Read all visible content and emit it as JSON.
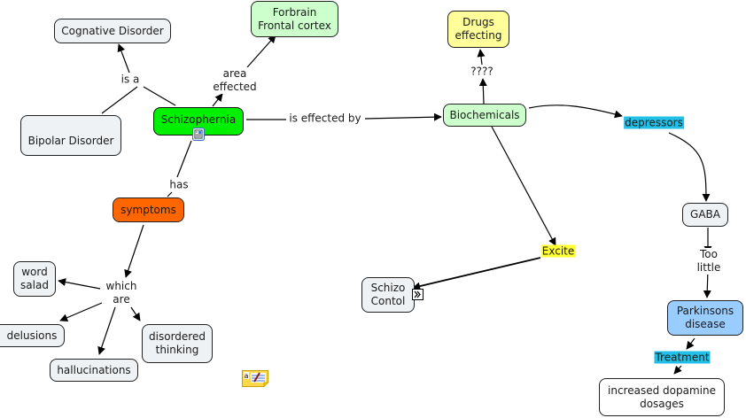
{
  "colors": {
    "default_node": "#eef2f5",
    "schizophernia": "#00f000",
    "forbrain": "#ccffcc",
    "biochemicals": "#ccffcc",
    "drugs": "#ffff99",
    "symptoms": "#ff6600",
    "parkinsons": "#99ccff",
    "increased_dopamine": "#ffffff",
    "highlight_cyan": "#22bfe6",
    "highlight_yellow": "#ffff33"
  },
  "concepts": {
    "cognative_disorder": "Cognative Disorder",
    "forbrain": "Forbrain\nFrontal cortex",
    "bipolar_disorder": "Bipolar Disorder",
    "schizophernia": "Schizophernia",
    "drugs_effecting": "Drugs\neffecting",
    "biochemicals": "Biochemicals",
    "depressors": "depressors",
    "symptoms": "symptoms",
    "gaba": "GABA",
    "excite": "Excite",
    "word_salad": "word\nsalad",
    "schizo_contol": "Schizo\nContol",
    "delusions": "delusions",
    "disordered_thinking": "disordered\nthinking",
    "hallucinations": "hallucinations",
    "parkinsons_disease": "Parkinsons\ndisease",
    "treatment": "Treatment",
    "increased_dopamine": "increased dopamine\ndosages"
  },
  "links": {
    "is_a": "is a",
    "area_effected": "area\neffected",
    "is_effected_by": "is effected by",
    "question": "????",
    "has": "has",
    "which_are": "which\nare",
    "too_little": "Too little"
  },
  "icons": {
    "schizophernia_resource": "document-resource-icon",
    "schizo_contol_link": "nested-map-link-icon",
    "annotation": "annotation-note-icon"
  }
}
